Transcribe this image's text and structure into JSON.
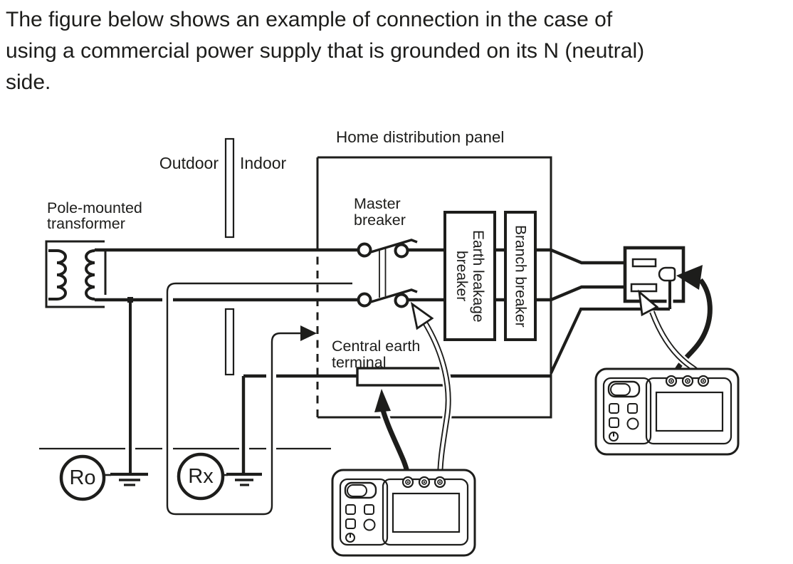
{
  "colors": {
    "ink": "#1d1d1b",
    "background": "#ffffff"
  },
  "intro": {
    "lines": [
      "The figure below shows an example of connection in the case of",
      "using a commercial power supply that is grounded on its N (neutral)",
      "side."
    ]
  },
  "diagram": {
    "panel_title": "Home distribution panel",
    "labels": {
      "outdoor": "Outdoor",
      "indoor": "Indoor",
      "transformer": "Pole-mounted transformer",
      "master_breaker": "Master breaker",
      "earth_leakage_breaker": "Earth leakage breaker",
      "branch_breaker": "Branch breaker",
      "central_earth_terminal": "Central earth terminal",
      "supply_earth_resistance": "Ro",
      "earth_under_test_resistance": "Rx"
    }
  }
}
